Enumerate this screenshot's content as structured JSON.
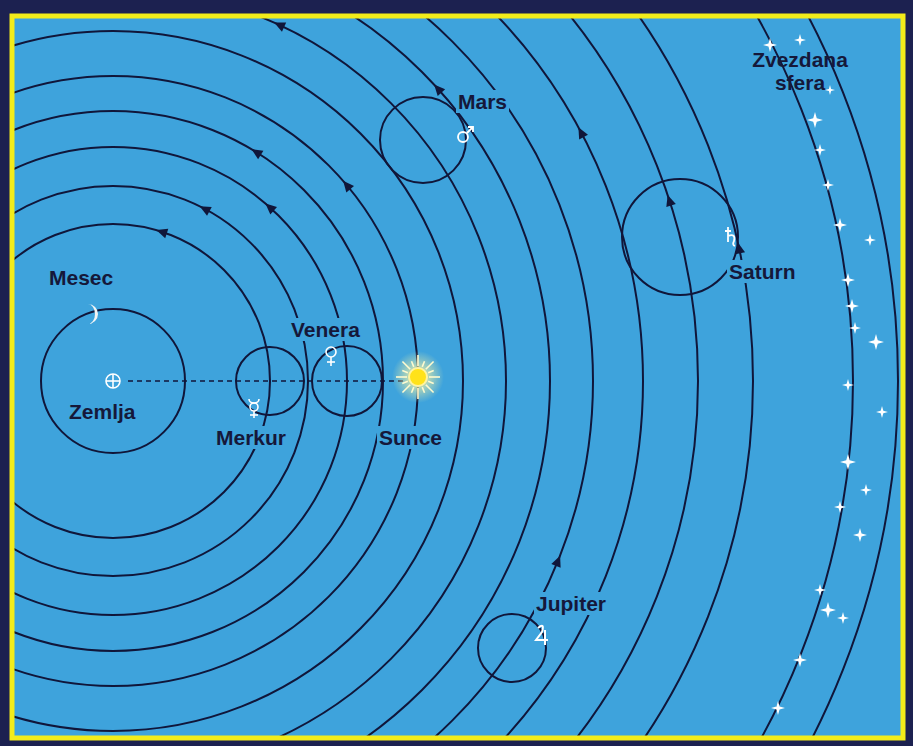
{
  "diagram": {
    "labels": [
      "Zvezdana sfera",
      "Mars",
      "Saturn",
      "Mesec",
      "Venera",
      "Zemlja",
      "Merkur",
      "Sunce",
      "Jupiter"
    ]
  }
}
